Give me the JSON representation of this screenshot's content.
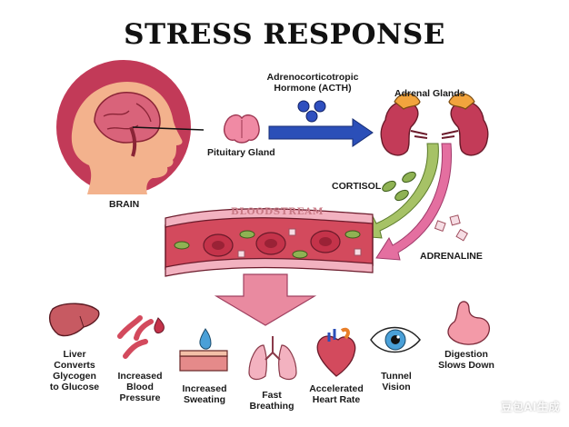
{
  "title": "STRESS RESPONSE",
  "labels": {
    "brain": "BRAIN",
    "pituitary": "Pituitary Gland",
    "acth": "Adrenocorticotropic\nHormone (ACTH)",
    "adrenal": "Adrenal Glands",
    "cortisol": "CORTISOL",
    "adrenaline": "ADRENALINE",
    "bloodstream": "BLOODSTREAM"
  },
  "effects": [
    {
      "label": "Liver\nConverts\nGlycogen\nto Glucose",
      "icon": "liver-icon"
    },
    {
      "label": "Increased\nBlood\nPressure",
      "icon": "blood-vessel-icon"
    },
    {
      "label": "Increased\nSweating",
      "icon": "sweat-drop-icon"
    },
    {
      "label": "Fast\nBreathing",
      "icon": "lungs-icon"
    },
    {
      "label": "Accelerated\nHeart Rate",
      "icon": "heart-icon"
    },
    {
      "label": "Tunnel\nVision",
      "icon": "eye-icon"
    },
    {
      "label": "Digestion\nSlows Down",
      "icon": "stomach-icon"
    }
  ],
  "watermark": "豆包AI生成",
  "colors": {
    "blue_arrow": "#2b4fb8",
    "green_arrow": "#a6c266",
    "pink_arrow": "#e46fa0",
    "vessel": "#d34a5d",
    "brain_circle": "#c23a58"
  }
}
